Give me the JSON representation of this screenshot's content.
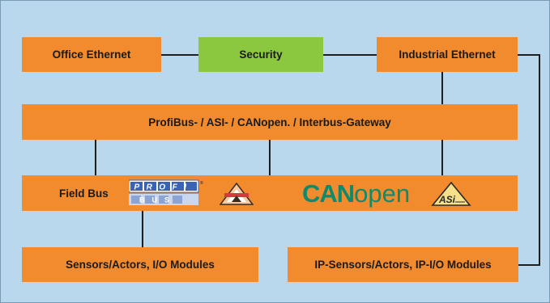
{
  "boxes": {
    "office_ethernet": "Office Ethernet",
    "security": "Security",
    "industrial_ethernet": "Industrial Ethernet",
    "gateway": "ProfiBus- / ASI- / CANopen. / Interbus-Gateway",
    "field_bus": "Field Bus",
    "sensors_actors": "Sensors/Actors, I/O Modules",
    "ip_sensors_actors": "IP-Sensors/Actors, IP-I/O Modules"
  },
  "logos": {
    "profibus_top": "PROFI",
    "profibus_bottom": "BUS",
    "canopen_bold": "CAN",
    "canopen_light": "open",
    "asi": "ASi"
  },
  "colors": {
    "background": "#b9d8ee",
    "box_orange": "#f28a2e",
    "box_green": "#8cc83f",
    "canopen_green": "#0f8a6a",
    "profibus_blue": "#3b63b3"
  }
}
